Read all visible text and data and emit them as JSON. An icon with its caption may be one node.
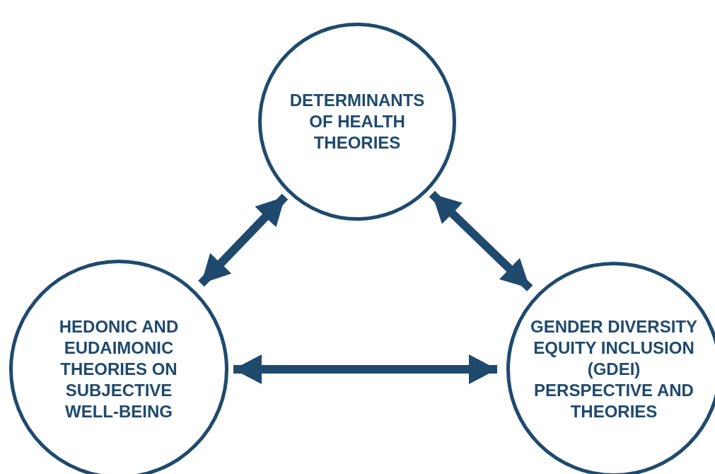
{
  "diagram": {
    "nodes": [
      {
        "text": [
          "DETERMINANTS OF HEALTH THEORIES"
        ]
      },
      {
        "text": [
          "HEDONIC AND EUDAIMONIC THEORIES ON SUBJECTIVE WELL-BEING"
        ]
      },
      {
        "text": [
          "GENDER DIVERSITY EQUITY INCLUSION (GDEI) PERSPECTIVE AND THEORIES"
        ]
      }
    ],
    "edges": [
      {
        "from": 0,
        "to": 1,
        "arrow": "both"
      },
      {
        "from": 0,
        "to": 2,
        "arrow": "both"
      },
      {
        "from": 1,
        "to": 2,
        "arrow": "both"
      }
    ]
  }
}
